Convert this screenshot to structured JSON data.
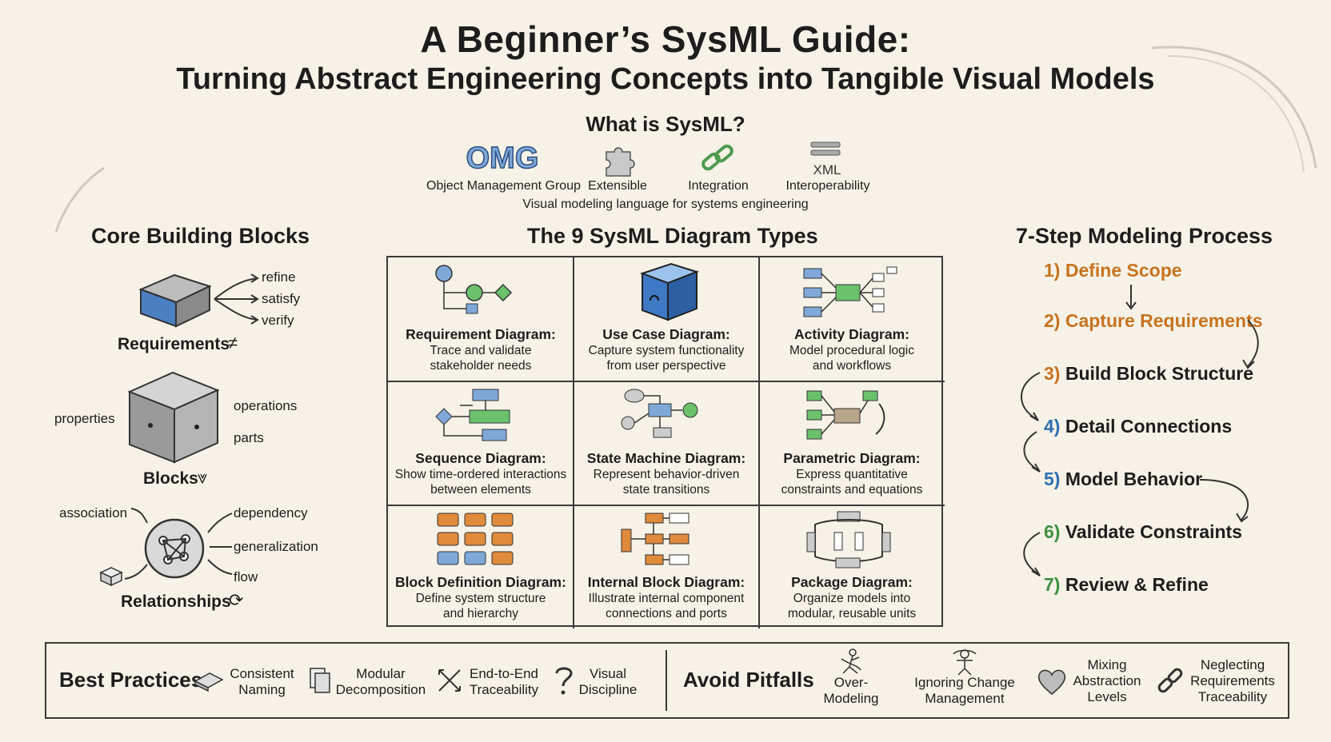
{
  "header": {
    "title": "A Beginner’s SysML Guide:",
    "subtitle": "Turning Abstract Engineering Concepts into Tangible Visual Models"
  },
  "what_is": {
    "heading": "What is SysML?",
    "logo_text": "OMG",
    "xml_text": "XML",
    "items": [
      {
        "label": "Object Management Group",
        "icon": "omg-logo-icon"
      },
      {
        "label": "Extensible",
        "icon": "puzzle-icon"
      },
      {
        "label": "Integration",
        "icon": "chain-link-icon"
      },
      {
        "label": "Interoperability",
        "icon": "xml-icon"
      }
    ],
    "description": "Visual modeling language for systems engineering"
  },
  "core": {
    "heading": "Core Building Blocks",
    "requirements": {
      "label": "Requirements",
      "relations": [
        "refine",
        "satisfy",
        "verify"
      ]
    },
    "blocks": {
      "label": "Blocks",
      "left": "properties",
      "right": [
        "operations",
        "parts"
      ]
    },
    "relationships": {
      "label": "Relationships",
      "left": "association",
      "right": [
        "dependency",
        "generalization",
        "flow"
      ]
    }
  },
  "diagrams": {
    "heading": "The 9 SysML Diagram Types",
    "cells": [
      {
        "name": "Requirement Diagram:",
        "desc1": "Trace and validate",
        "desc2": "stakeholder needs",
        "icon": "requirement-diagram-icon"
      },
      {
        "name": "Use Case Diagram:",
        "desc1": "Capture system functionality",
        "desc2": "from user perspective",
        "icon": "use-case-cube-icon"
      },
      {
        "name": "Activity Diagram:",
        "desc1": "Model procedural logic",
        "desc2": "and workflows",
        "icon": "activity-diagram-icon"
      },
      {
        "name": "Sequence Diagram:",
        "desc1": "Show time-ordered interactions",
        "desc2": "between elements",
        "icon": "sequence-diagram-icon"
      },
      {
        "name": "State Machine Diagram:",
        "desc1": "Represent behavior-driven",
        "desc2": "state transitions",
        "icon": "state-machine-icon"
      },
      {
        "name": "Parametric Diagram:",
        "desc1": "Express quantitative",
        "desc2": "constraints and equations",
        "icon": "parametric-diagram-icon"
      },
      {
        "name": "Block Definition Diagram:",
        "desc1": "Define system structure",
        "desc2": "and hierarchy",
        "icon": "block-definition-icon"
      },
      {
        "name": "Internal Block Diagram:",
        "desc1": "Illustrate internal component",
        "desc2": "connections and ports",
        "icon": "internal-block-icon"
      },
      {
        "name": "Package Diagram:",
        "desc1": "Organize models into",
        "desc2": "modular, reusable units",
        "icon": "package-diagram-icon"
      }
    ]
  },
  "process": {
    "heading": "7-Step Modeling Process",
    "steps": [
      {
        "num": "1)",
        "label": "Define Scope",
        "color": "#c8731f"
      },
      {
        "num": "2)",
        "label": "Capture Requirements",
        "color": "#c8731f"
      },
      {
        "num": "3)",
        "label": "Build Block Structure",
        "color": "#c8731f"
      },
      {
        "num": "4)",
        "label": "Detail Connections",
        "color": "#2f6fb3"
      },
      {
        "num": "5)",
        "label": "Model Behavior",
        "color": "#2f6fb3"
      },
      {
        "num": "6)",
        "label": "Validate Constraints",
        "color": "#3f8f3f"
      },
      {
        "num": "7)",
        "label": "Review & Refine",
        "color": "#3f8f3f"
      }
    ]
  },
  "best_practices": {
    "title": "Best Practices",
    "items": [
      {
        "line1": "Consistent",
        "line2": "Naming",
        "icon": "eraser-icon"
      },
      {
        "line1": "Modular",
        "line2": "Decomposition",
        "icon": "stacked-docs-icon"
      },
      {
        "line1": "End-to-End",
        "line2": "Traceability",
        "icon": "crossed-arrows-icon"
      },
      {
        "line1": "Visual",
        "line2": "Discipline",
        "icon": "question-mark-icon"
      }
    ]
  },
  "pitfalls": {
    "title": "Avoid Pitfalls",
    "items": [
      {
        "lines": [
          "Over-",
          "Modeling"
        ],
        "icon": "tangled-figure-icon"
      },
      {
        "lines": [
          "Ignoring Change",
          "Management"
        ],
        "icon": "juggling-figure-icon"
      },
      {
        "lines": [
          "Mixing",
          "Abstraction",
          "Levels"
        ],
        "icon": "heart-icon"
      },
      {
        "lines": [
          "Neglecting",
          "Requirements",
          "Traceability"
        ],
        "icon": "broken-chain-icon"
      }
    ]
  },
  "colors": {
    "background": "#f6f2e7",
    "ink": "#1d1d1d",
    "blue": "#4a7fc1",
    "green": "#5fae5f",
    "orange": "#e08a3c"
  }
}
